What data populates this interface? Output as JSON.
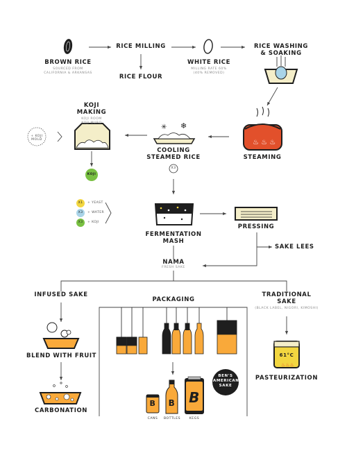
{
  "steps": {
    "brown_rice": "BROWN RICE",
    "brown_rice_sub1": "SOURCED FROM",
    "brown_rice_sub2": "CALIFORNIA & ARKANSAS",
    "rice_milling": "RICE MILLING",
    "rice_flour": "RICE FLOUR",
    "white_rice": "WHITE RICE",
    "white_rice_sub1": "MILLING RATE 60%",
    "white_rice_sub2": "(40% REMOVED)",
    "rice_washing_1": "RICE WASHING",
    "rice_washing_2": "& SOAKING",
    "koji_making_1": "KOJI",
    "koji_making_2": "MAKING",
    "koji_sub1": "KOJI ROOM",
    "koji_sub2": "KOJI MURO",
    "koji_mold": "+ KOJI MOLD",
    "koji_ball": "KOJI",
    "cooling_1": "COOLING",
    "cooling_2": "STEAMED RICE",
    "cooling_x3": "X3",
    "steaming": "STEAMING",
    "fermentation_1": "FERMENTATION",
    "fermentation_2": "MASH",
    "pressing": "PRESSING",
    "sake_lees": "SAKE LEES",
    "nama": "NAMA",
    "nama_sub": "FRESH SAKE",
    "infused_sake": "INFUSED SAKE",
    "packaging": "PACKAGING",
    "traditional_1": "TRADITIONAL",
    "traditional_2": "SAKE",
    "traditional_sub": "(BLACK LABEL, NIGORI, KIMOSHI)",
    "blend": "BLEND WITH FRUIT",
    "carbonation": "CARBONATION",
    "pasteurization": "PASTEURIZATION",
    "pasteur_temp": "61°C"
  },
  "ingredients": [
    {
      "badge": "X1",
      "label": "+ YEAST",
      "color": "#f2d640"
    },
    {
      "badge": "X3",
      "label": "+ WATER",
      "color": "#a9d4e8"
    },
    {
      "badge": "X3",
      "label": "+ KOJI",
      "color": "#79c042"
    }
  ],
  "packages": {
    "cans": "CANS",
    "bottles": "BOTTLES",
    "kegs": "KEGS",
    "letter": "B",
    "brand_1": "BEN'S",
    "brand_2": "AMERICAN",
    "brand_3": "SAKE"
  },
  "colors": {
    "orange": "#f9a93a",
    "red": "#e2502b",
    "yellow": "#f2d640",
    "cream": "#f4eec9",
    "green": "#79c042",
    "dark": "#1e1e1e",
    "line": "#555555"
  }
}
